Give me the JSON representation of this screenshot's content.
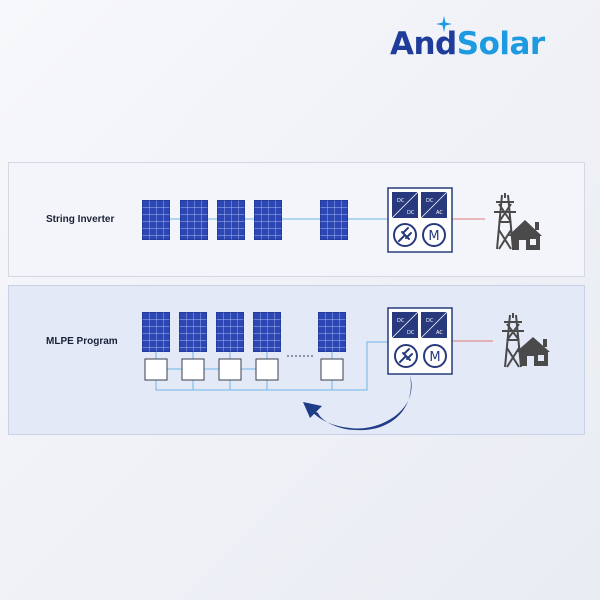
{
  "logo": {
    "text_part1": "And",
    "text_part2": "Solar"
  },
  "colors": {
    "panel_blue": "#2c46b3",
    "panel_cell_line": "#9fb2ee",
    "inverter_navy": "#283a7d",
    "wire_blue": "#6fb2ea",
    "grid_wire_red": "#e07a7a",
    "arrow_navy": "#1f3c86",
    "icon_gray": "#4a4a4a",
    "brand_dark": "#1f3c9a",
    "brand_light": "#1e9be0"
  },
  "string_inverter": {
    "label": "String Inverter",
    "inverter": {
      "block1_top": "DC",
      "block1_bottom": "DC",
      "block2_top": "DC",
      "block2_bottom": "AC",
      "monitor_letter": "M"
    }
  },
  "mlpe_program": {
    "label": "MLPE Program",
    "inverter": {
      "block1_top": "DC",
      "block1_bottom": "DC",
      "block2_top": "DC",
      "block2_bottom": "AC",
      "monitor_letter": "M"
    }
  },
  "icons": [
    "solar-panel-icon",
    "inverter-icon",
    "power-plug-icon",
    "monitor-icon",
    "transmission-tower-icon",
    "house-icon",
    "optimizer-box-icon",
    "curved-arrow-icon"
  ]
}
